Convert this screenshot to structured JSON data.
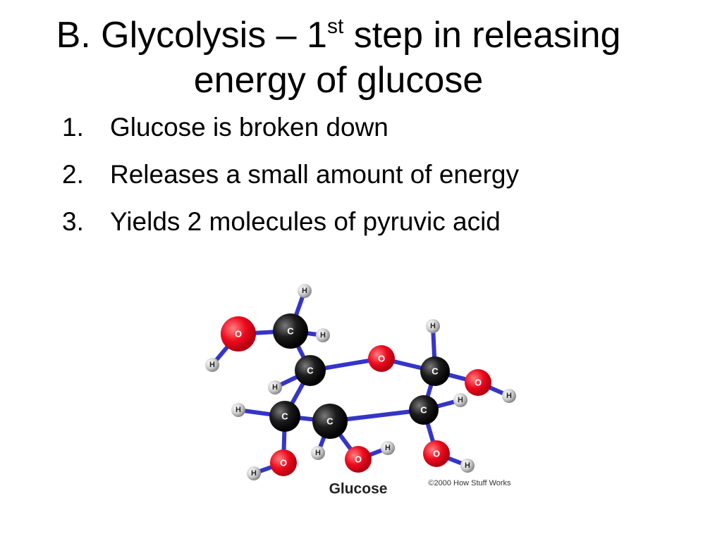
{
  "title": {
    "part1": "B. Glycolysis – 1",
    "superscript": "st",
    "part2": " step in releasing",
    "line2": "energy of glucose"
  },
  "list": [
    {
      "number": "1.",
      "text": "Glucose is broken down"
    },
    {
      "number": "2.",
      "text": "Releases a small amount of energy"
    },
    {
      "number": "3.",
      "text": "Yields 2 molecules of pyruvic acid"
    }
  ],
  "figure": {
    "caption": "Glucose",
    "credit": "©2000 How Stuff Works",
    "atom_letters": {
      "oxygen": "O",
      "carbon": "C",
      "hydrogen": "H"
    },
    "colors": {
      "oxygen": "#e0001a",
      "carbon": "#111111",
      "hydrogen": "#c8c8c8",
      "bond": "#3535c8"
    }
  }
}
